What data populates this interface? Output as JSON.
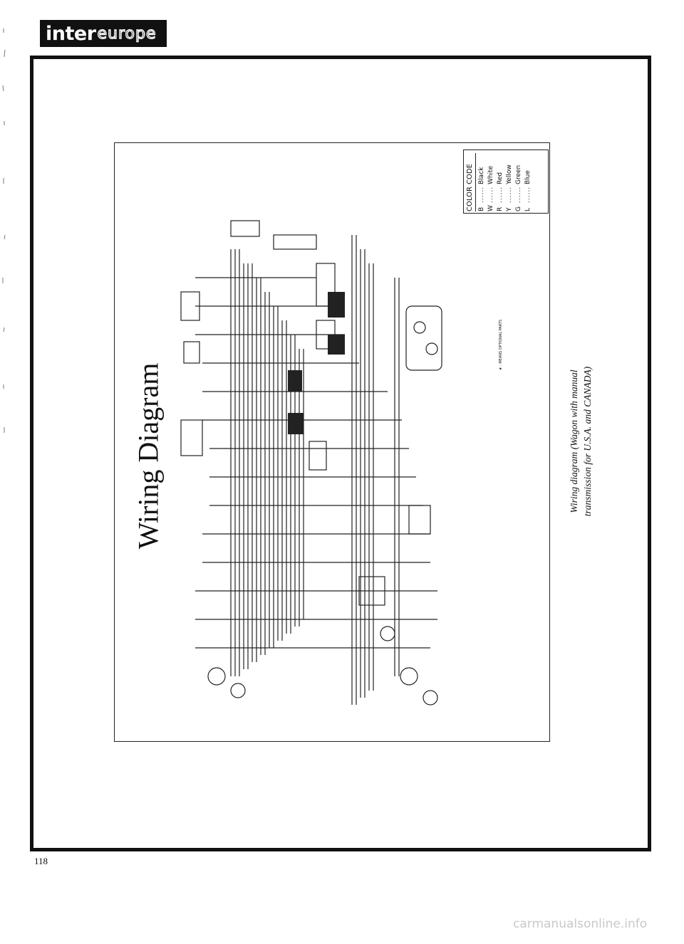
{
  "header": {
    "logo_part1": "inter",
    "logo_part2": "europe"
  },
  "diagram": {
    "title": "Wiring Diagram",
    "note": "★ : MEANS OPTIONAL PARTS"
  },
  "legend": {
    "header": "COLOR CODE",
    "items": [
      {
        "code": "B",
        "dots": "......",
        "color": "Black"
      },
      {
        "code": "W",
        "dots": "......",
        "color": "White"
      },
      {
        "code": "R",
        "dots": "......",
        "color": "Red"
      },
      {
        "code": "Y",
        "dots": "......",
        "color": "Yellow"
      },
      {
        "code": "G",
        "dots": "......",
        "color": "Green"
      },
      {
        "code": "L",
        "dots": "......",
        "color": "Blue"
      }
    ]
  },
  "caption": {
    "line1": "Wiring diagram (Wagon with manual",
    "line2": "transmission for U.S.A. and CANADA)"
  },
  "footer": {
    "page_number": "118",
    "watermark": "carmanualsonline.info"
  }
}
